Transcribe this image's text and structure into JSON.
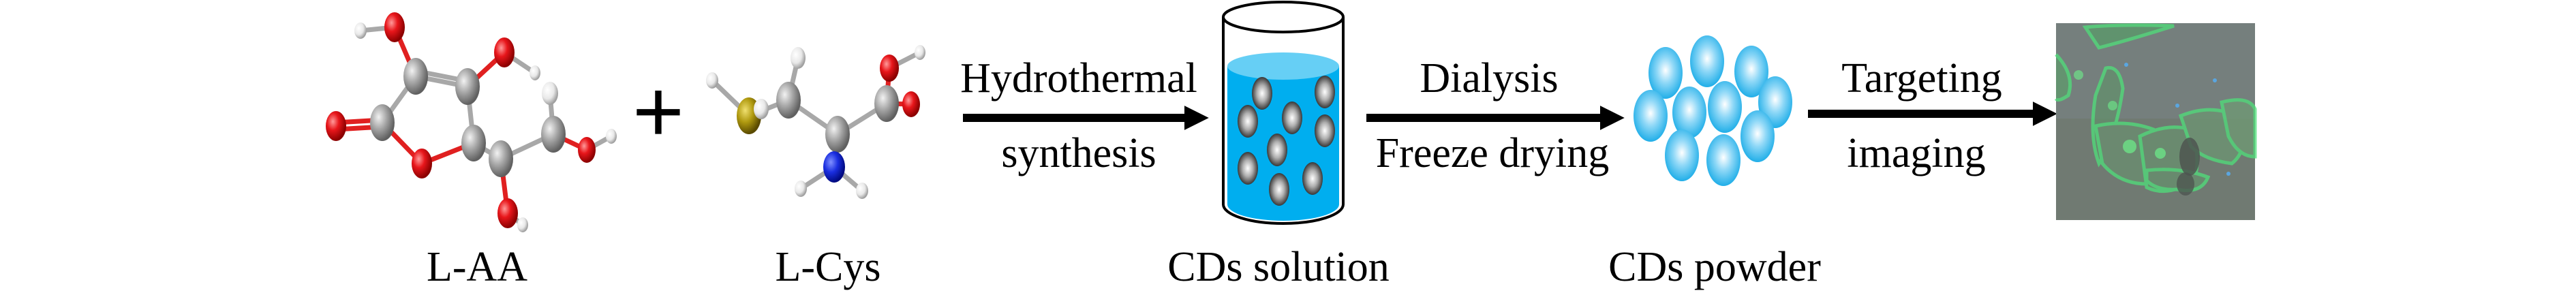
{
  "title": "Synthesis scheme of CDs from L-AA and L-Cys",
  "reactants": {
    "first": "L-AA",
    "plus": "+",
    "second": "L-Cys"
  },
  "step1": {
    "top": "Hydrothermal",
    "bottom": "synthesis"
  },
  "product1": {
    "label": "CDs solution"
  },
  "step2": {
    "top": "Dialysis",
    "bottom": "Freeze drying"
  },
  "product2": {
    "label": "CDs powder"
  },
  "step3": {
    "top": "Targeting",
    "bottom": "imaging"
  },
  "colors": {
    "oxygen": "#e8161b",
    "carbon": "#9a9a9a",
    "hydrogen": "#f2f2f2",
    "sulfur": "#b09a10",
    "nitrogen": "#1a2ee0",
    "solution": "#00aeef",
    "solution_surface": "#66cff5",
    "dots": "#3bbbf0",
    "cell_bg": "#6f7a70",
    "cell_green": "#4fe07a"
  }
}
